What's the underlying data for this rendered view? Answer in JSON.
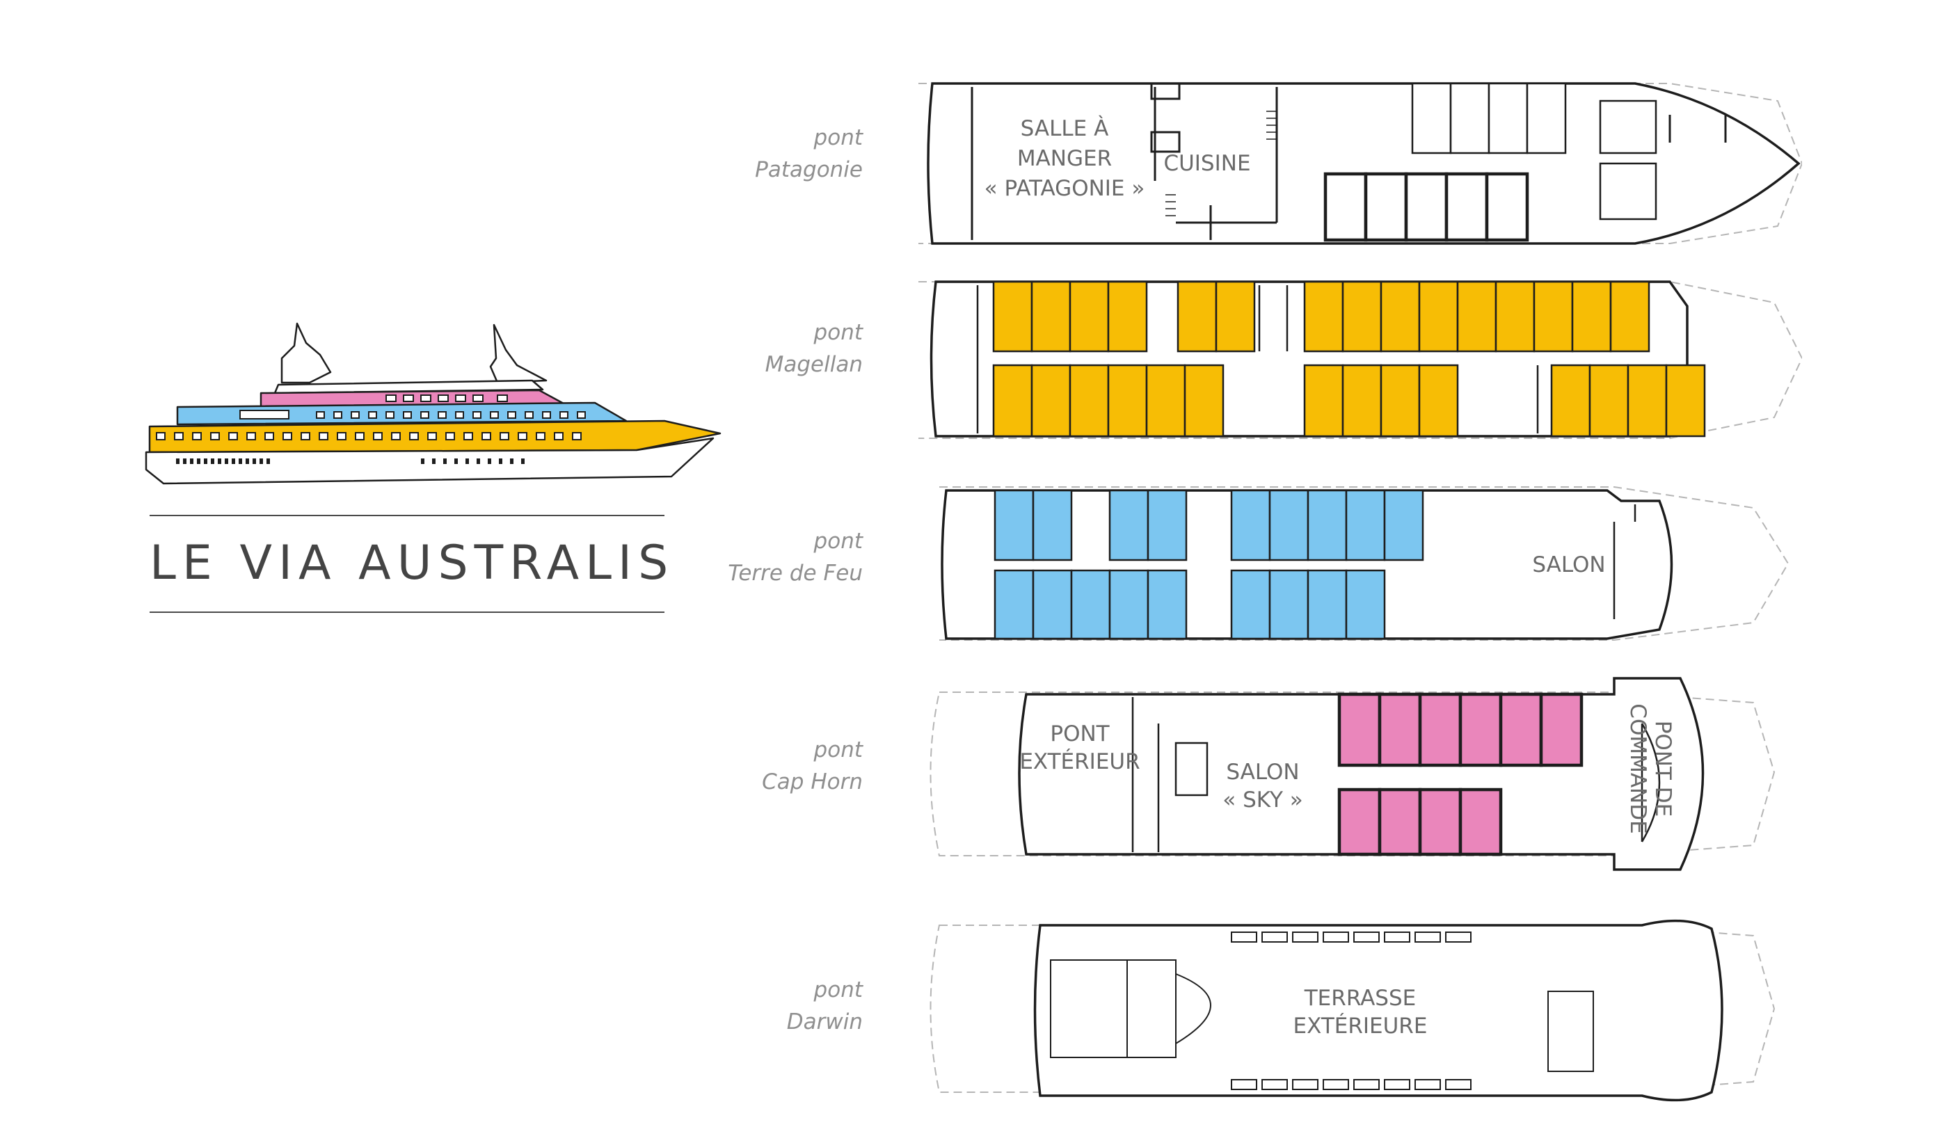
{
  "title": "LE VIA AUSTRALIS",
  "colors": {
    "yellow": "#f7bd05",
    "blue": "#7cc6f0",
    "pink": "#ea86bb",
    "outline": "#1d1d1d",
    "ghost": "#b5b5b5"
  },
  "decks": [
    {
      "label": [
        "pont",
        "Patagonie"
      ],
      "rooms": [
        [
          "SALLE À",
          "MANGER",
          "« PATAGONIE »"
        ],
        [
          "CUISINE"
        ]
      ]
    },
    {
      "label": [
        "pont",
        "Magellan"
      ],
      "rooms": []
    },
    {
      "label": [
        "pont",
        "Terre de Feu"
      ],
      "rooms": [
        [
          "SALON"
        ]
      ]
    },
    {
      "label": [
        "pont",
        "Cap Horn"
      ],
      "rooms": [
        [
          "PONT",
          "EXTÉRIEUR"
        ],
        [
          "SALON",
          "« SKY »"
        ],
        [
          "PONT DE",
          "COMMANDE"
        ]
      ]
    },
    {
      "label": [
        "pont",
        "Darwin"
      ],
      "rooms": [
        [
          "TERRASSE",
          "EXTÉRIEURE"
        ]
      ]
    }
  ]
}
